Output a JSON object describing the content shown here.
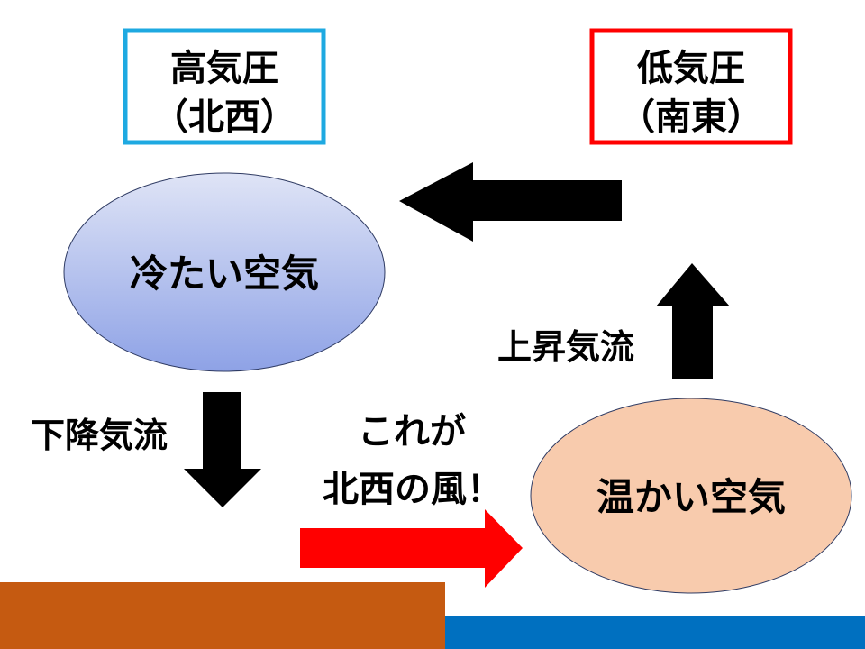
{
  "high_pressure": {
    "line1": "高気圧",
    "line2": "（北西）",
    "border_color": "#1ea9e1"
  },
  "low_pressure": {
    "line1": "低気圧",
    "line2": "（南東）",
    "border_color": "#ff0000"
  },
  "cold_air": {
    "label": "冷たい空気",
    "fill_top": "#dfe4f6",
    "fill_bottom": "#8ea2e6"
  },
  "warm_air": {
    "label": "温かい空気",
    "fill": "#f8cbad"
  },
  "descending_label": "下降気流",
  "ascending_label": "上昇気流",
  "wind_label": {
    "line1": "これが",
    "line2": "北西の風！"
  },
  "colors": {
    "arrow": "#000000",
    "wind_arrow": "#ff0000",
    "land": "#c55a11",
    "sea": "#0070c0"
  }
}
